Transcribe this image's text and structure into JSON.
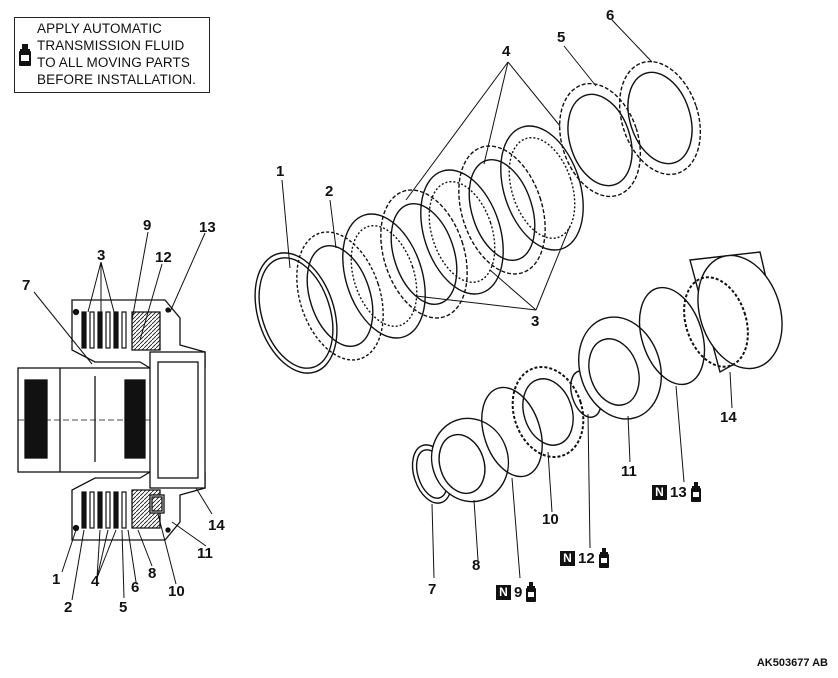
{
  "note": {
    "lines": [
      "APPLY AUTOMATIC",
      "TRANSMISSION FLUID",
      "TO ALL MOVING PARTS",
      "BEFORE INSTALLATION."
    ],
    "icon": "fluid-bottle-icon"
  },
  "section_labels": {
    "l1": "1",
    "l2": "2",
    "l3": "3",
    "l4": "4",
    "l5": "5",
    "l6": "6",
    "l7": "7",
    "l8": "8",
    "l9": "9",
    "l10": "10",
    "l11": "11",
    "l12": "12",
    "l13": "13",
    "l14": "14"
  },
  "exploded_labels": {
    "e1": "1",
    "e2": "2",
    "e3": "3",
    "e4": "4",
    "e5": "5",
    "e6": "6",
    "e7": "7",
    "e8": "8",
    "e10": "10",
    "e11": "11",
    "e14": "14"
  },
  "tags": {
    "t9": {
      "n": "N",
      "num": "9"
    },
    "t12": {
      "n": "N",
      "num": "12"
    },
    "t13": {
      "n": "N",
      "num": "13"
    }
  },
  "figure_code": "AK503677 AB"
}
